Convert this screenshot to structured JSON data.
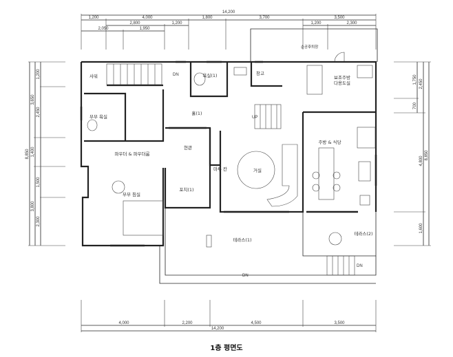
{
  "title": "1층 평면도",
  "dimensions": {
    "top_total": "14,200",
    "top_row1": [
      "1,200",
      "4,000",
      "1,800",
      "3,700",
      "3,500"
    ],
    "top_row2": [
      "2,800",
      "1,200",
      "1,200",
      "2,300"
    ],
    "top_row3": [
      "2,050",
      "1,950"
    ],
    "left_total": "8,850",
    "left_row1": [
      "3,650",
      "1,400",
      "3,800"
    ],
    "left_row2": [
      "1,200",
      "2,450",
      "1,500",
      "2,300"
    ],
    "right_inner": [
      "1,750",
      "700",
      "4,800",
      "1,600"
    ],
    "right_mid": "2,450",
    "right_total": "8,850",
    "bottom": [
      "4,000",
      "2,200",
      "4,500",
      "3,500"
    ],
    "bottom_total": "14,200"
  },
  "rooms": {
    "shower": "샤워",
    "master_bath": "부부 욕실",
    "powder": "파우더 & 파우더룸",
    "bath1": "욕실(1)",
    "storage": "창고",
    "hall": "홀(1)",
    "entrance": "현관",
    "maru": "마루 칸",
    "living": "거실",
    "master_bed": "부부 침실",
    "porch": "포치(1)",
    "terrace1": "테라스(1)",
    "terrace2": "테라스(2)",
    "sub_kitchen": [
      "보조주방",
      "다용도실"
    ],
    "kitchen": "주방 & 식당",
    "top_note": "순공후퇴창"
  },
  "stairs": {
    "dn": "DN",
    "up": "UP"
  }
}
